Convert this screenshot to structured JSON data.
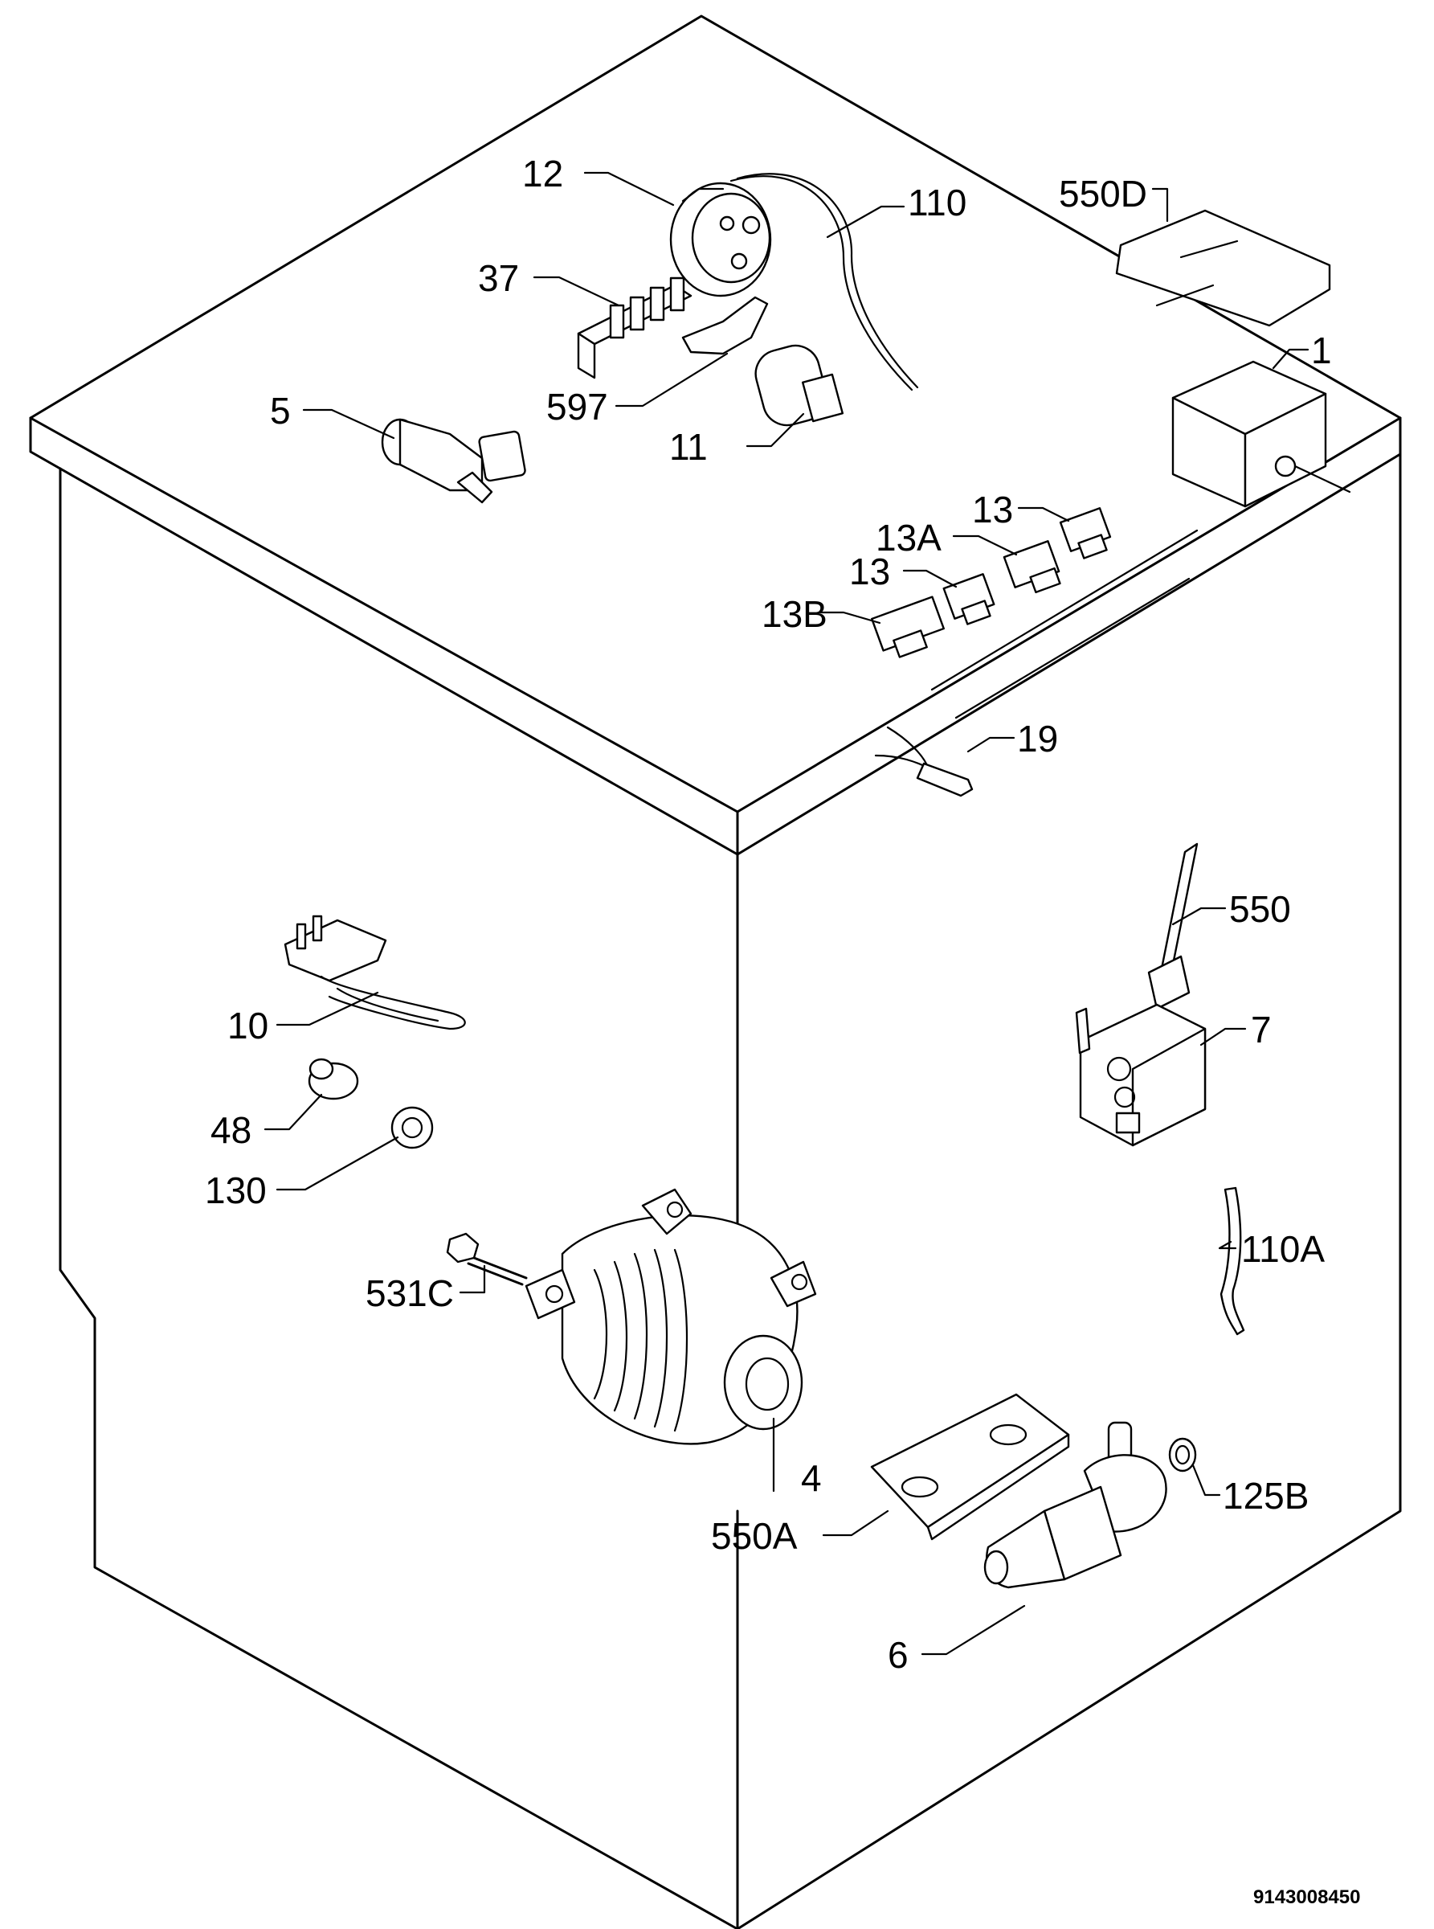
{
  "labels": {
    "p12": "12",
    "p110": "110",
    "p550d": "550D",
    "p37": "37",
    "p1": "1",
    "p5": "5",
    "p597": "597",
    "p11": "11",
    "p13_top": "13",
    "p13a": "13A",
    "p13_mid": "13",
    "p13b": "13B",
    "p19": "19",
    "p550": "550",
    "p10": "10",
    "p7": "7",
    "p48": "48",
    "p130": "130",
    "p110a": "110A",
    "p531c": "531C",
    "p4": "4",
    "p125b": "125B",
    "p550a": "550A",
    "p6": "6"
  },
  "drawing_code": "9143008450"
}
